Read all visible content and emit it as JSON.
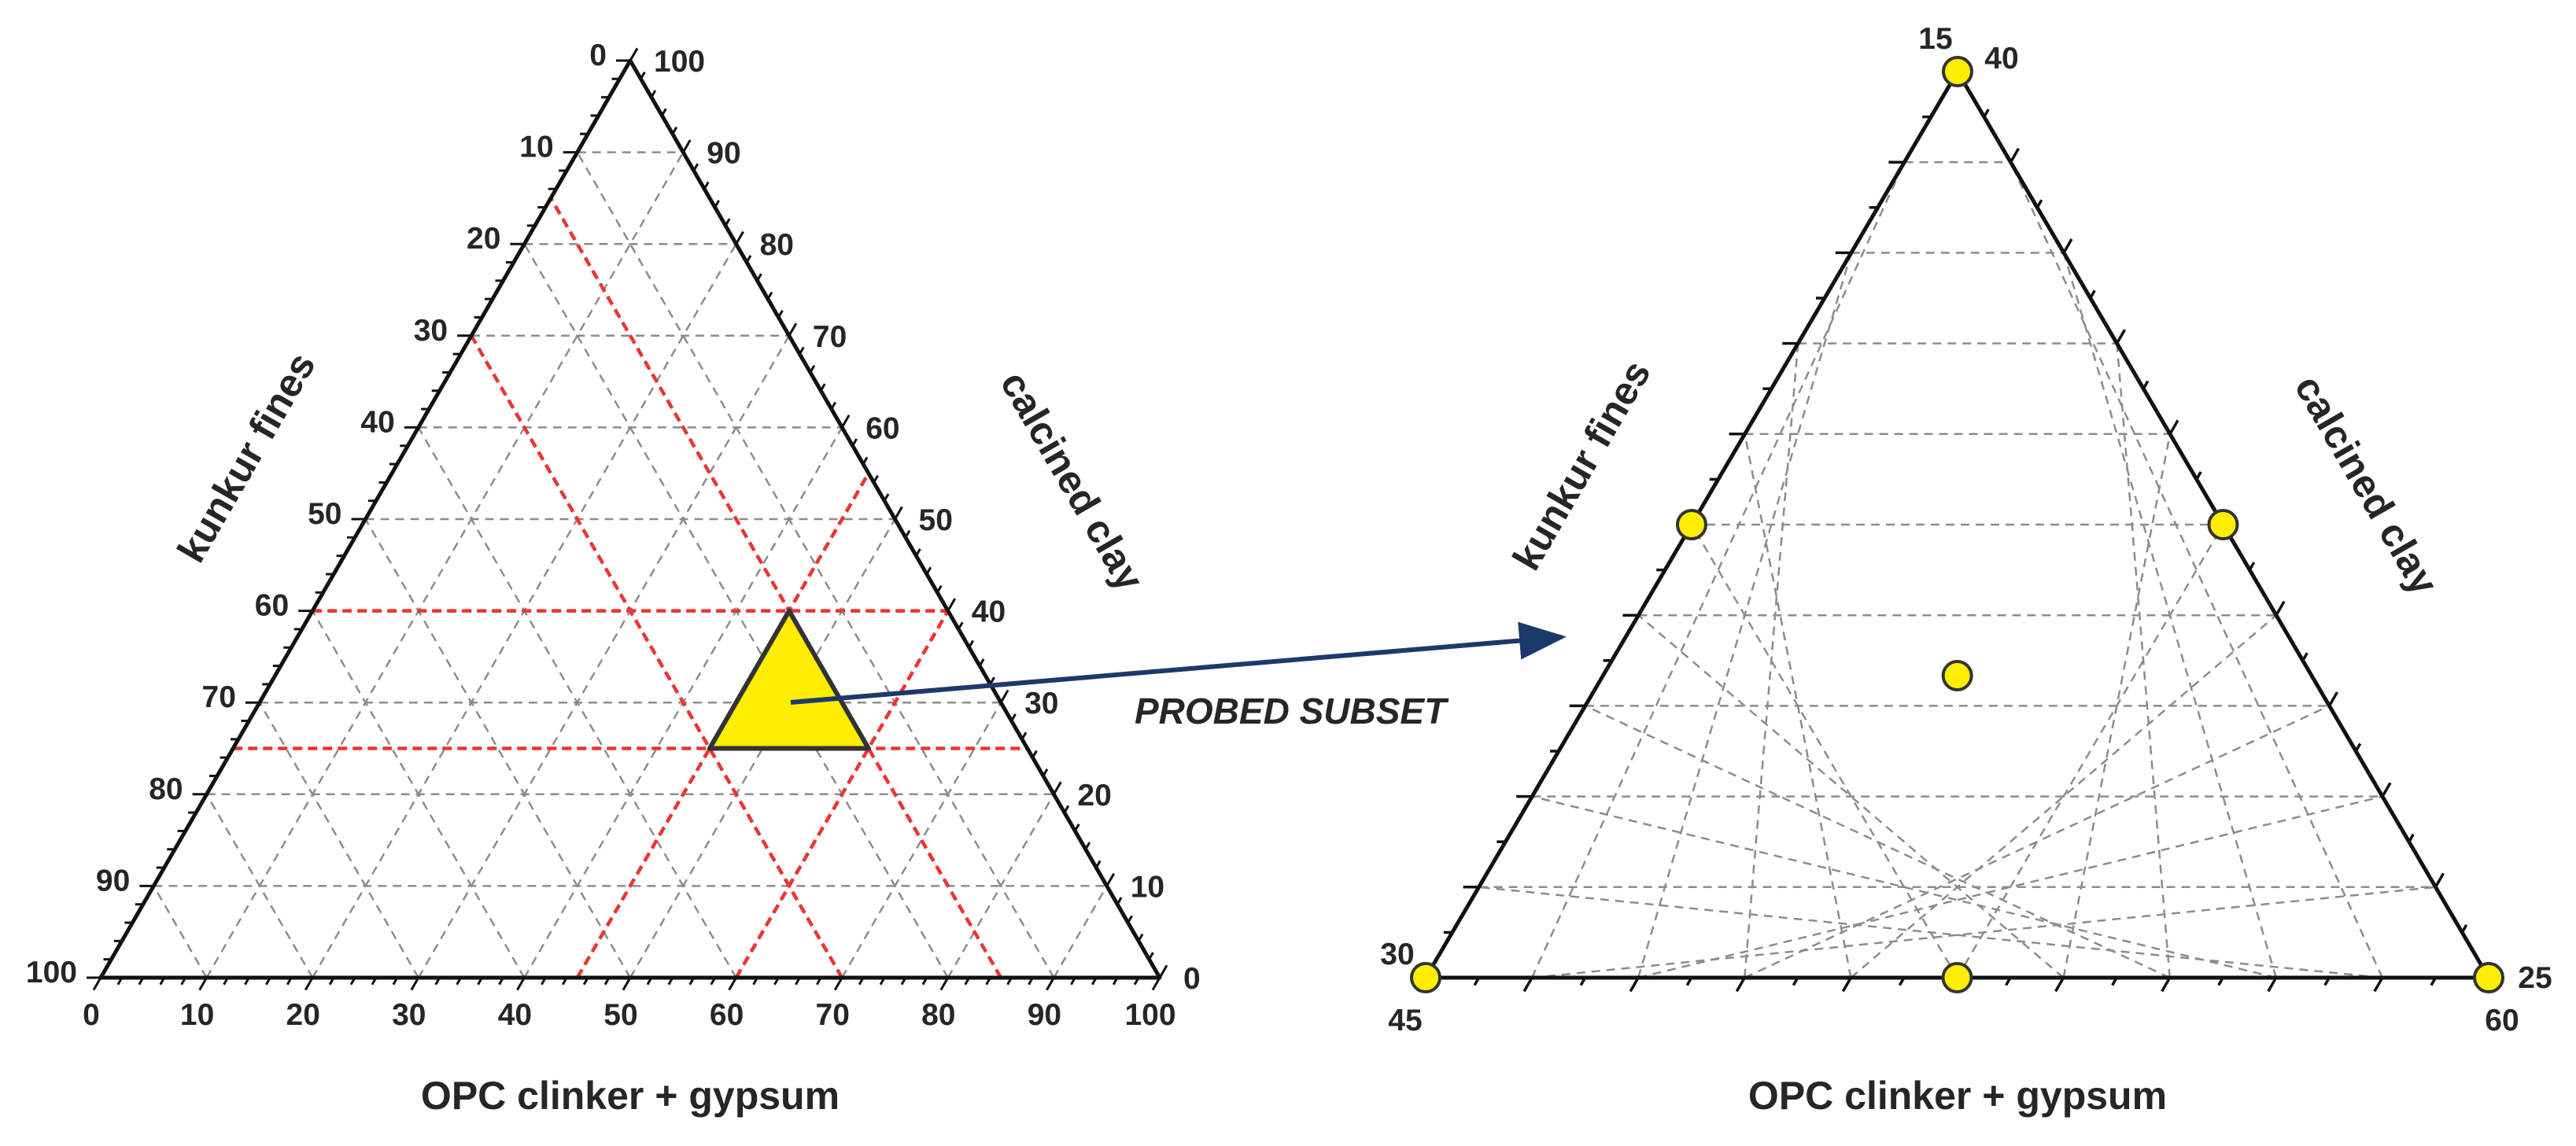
{
  "left_diagram": {
    "axis_bottom_title": "OPC clinker + gypsum",
    "axis_left_title": "kunkur fines",
    "axis_right_title": "calcined clay",
    "bottom_ticks": [
      "0",
      "10",
      "20",
      "30",
      "40",
      "50",
      "60",
      "70",
      "80",
      "90",
      "100"
    ],
    "left_ticks": [
      "0",
      "10",
      "20",
      "30",
      "40",
      "50",
      "60",
      "70",
      "80",
      "90",
      "100"
    ],
    "right_ticks": [
      "0",
      "10",
      "20",
      "30",
      "40",
      "50",
      "60",
      "70",
      "80",
      "90",
      "100"
    ],
    "probed_region": {
      "opc_range": [
        45,
        60
      ],
      "kunkur_range": [
        15,
        30
      ],
      "clay_range": [
        25,
        40
      ],
      "fill": "#ffee00"
    },
    "region_line_color": "#ee3333"
  },
  "annotation": {
    "label": "PROBED SUBSET",
    "arrow_color": "#1b3a6b"
  },
  "right_diagram": {
    "axis_bottom_title": "OPC clinker + gypsum",
    "axis_left_title": "kunkur fines",
    "axis_right_title": "calcined clay",
    "corner_labels": {
      "top_left": "15",
      "top_right": "40",
      "left_upper": "30",
      "left_lower": "45",
      "right_upper": "25",
      "right_lower": "60"
    },
    "point_color": "#ffee00",
    "mixes": [
      {
        "opc": 60,
        "kunkur": 15,
        "clay": 25
      },
      {
        "opc": 52.5,
        "kunkur": 22.5,
        "clay": 25
      },
      {
        "opc": 45,
        "kunkur": 30,
        "clay": 25
      },
      {
        "opc": 52.5,
        "kunkur": 15,
        "clay": 32.5
      },
      {
        "opc": 45,
        "kunkur": 15,
        "clay": 40
      },
      {
        "opc": 45,
        "kunkur": 22.5,
        "clay": 32.5
      },
      {
        "opc": 50,
        "kunkur": 20,
        "clay": 30
      }
    ]
  }
}
